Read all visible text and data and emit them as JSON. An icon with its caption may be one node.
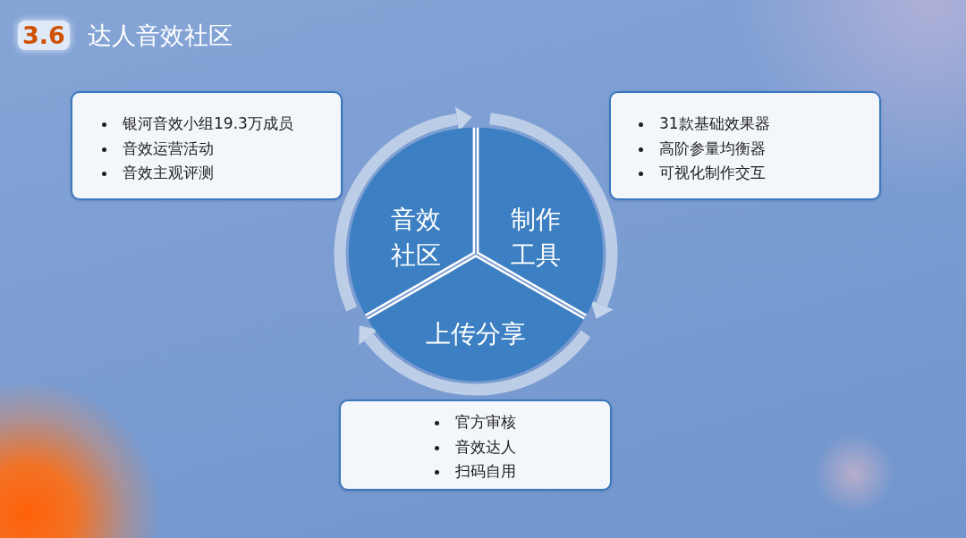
{
  "diagram": {
    "title": "3.6 达人音效社区",
    "nodes": [
      {
        "text": [
          "音效社区"
        ]
      },
      {
        "text": [
          "制作工具"
        ]
      },
      {
        "text": [
          "上传分享"
        ]
      },
      {
        "text": [
          "银河音效小组19.3万成员",
          "音效运营活动",
          "音效主观评测"
        ]
      },
      {
        "text": [
          "31款基础效果器",
          "高阶参量均衡器",
          "可视化制作交互"
        ]
      },
      {
        "text": [
          "官方审核",
          "音效达人",
          "扫码自用"
        ]
      }
    ],
    "edges": [
      {
        "from": 0,
        "to": 1,
        "arrow": "to"
      },
      {
        "from": 1,
        "to": 2,
        "arrow": "to"
      },
      {
        "from": 2,
        "to": 0,
        "arrow": "to"
      }
    ]
  }
}
